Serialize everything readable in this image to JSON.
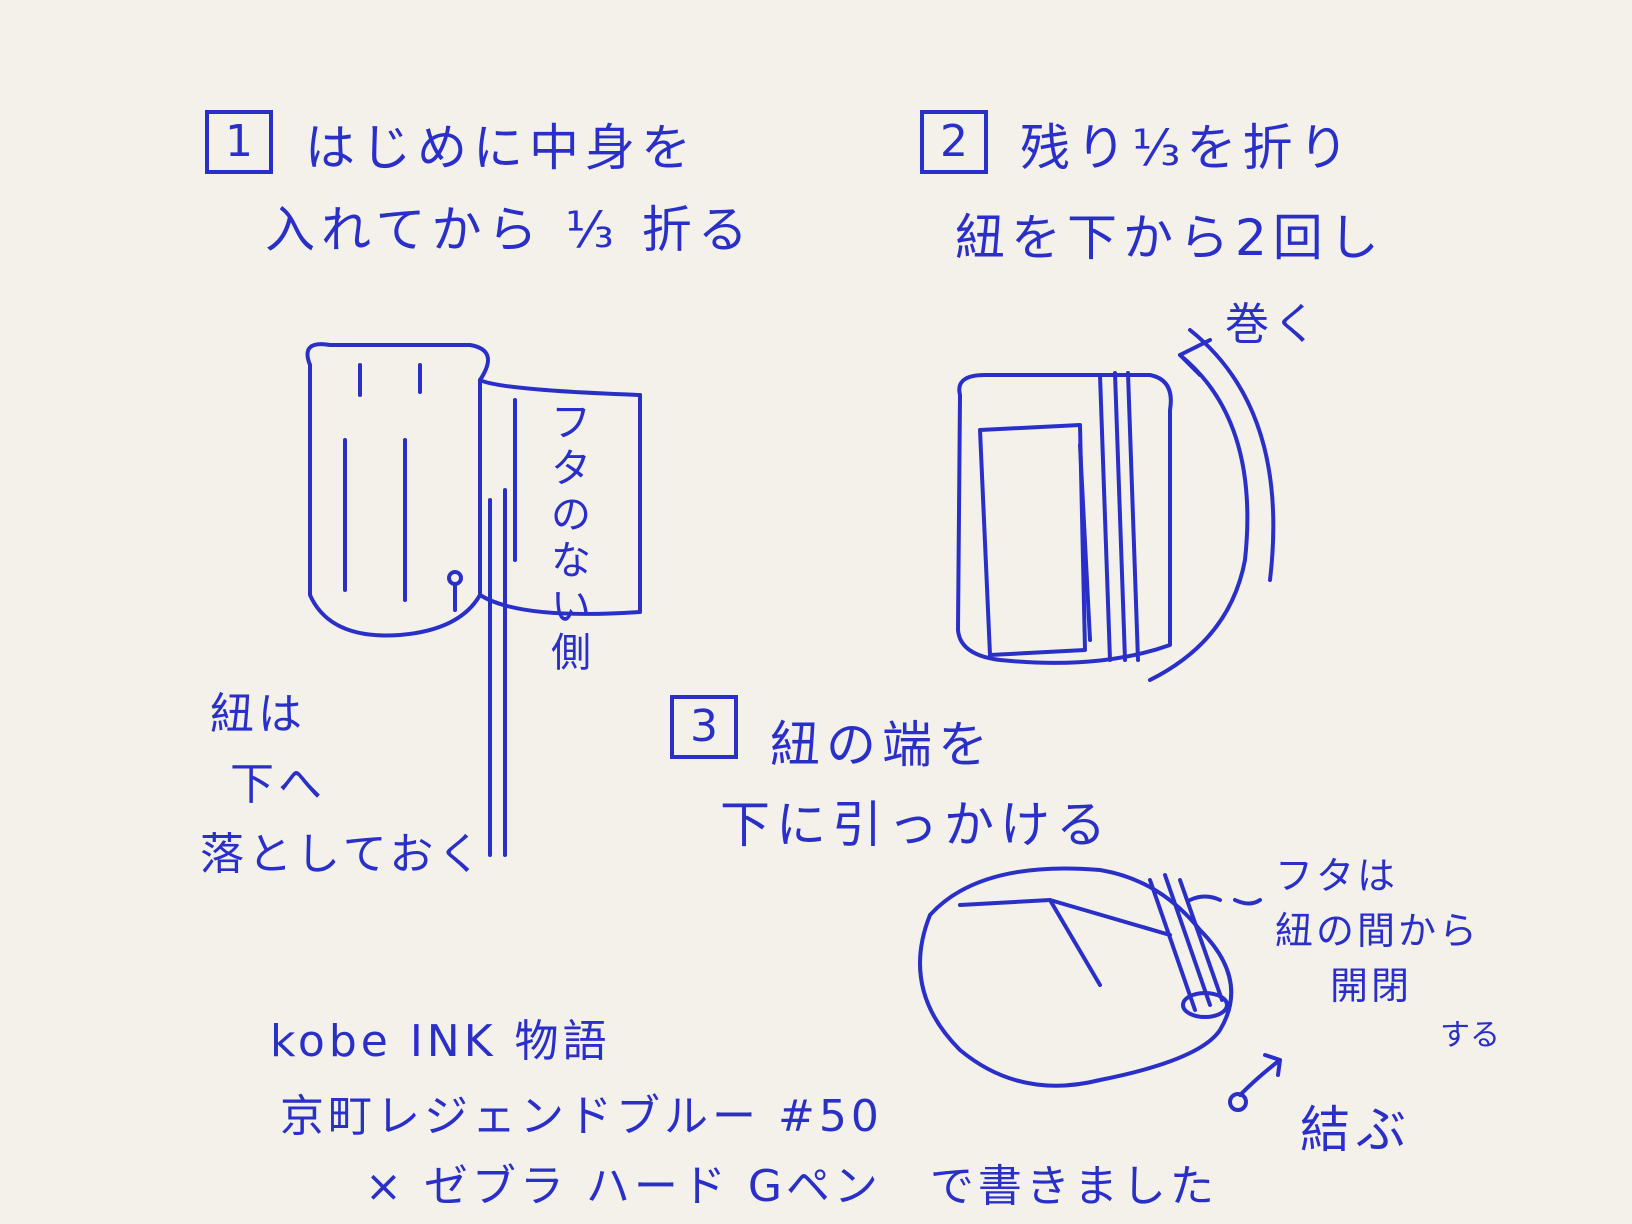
{
  "step1": {
    "number": "1",
    "line1": "はじめに中身を",
    "line2": "入れてから ⅓ 折る",
    "side_label": "フタのない側",
    "string_note": [
      "紐は",
      "下へ",
      "落としておく"
    ]
  },
  "step2": {
    "number": "2",
    "line1": "残り⅓を折り",
    "line2": "紐を下から2回し",
    "wrap_label": "巻く"
  },
  "step3": {
    "number": "3",
    "line1": "紐の端を",
    "line2": "下に引っかける",
    "lid_note": [
      "フタは",
      "紐の間から",
      "開閉",
      "する"
    ],
    "tie_label": "結ぶ"
  },
  "credits": {
    "line1": "kobe INK 物語",
    "line2": "京町レジェンドブルー #50",
    "line3": "× ゼブラ ハード Gペン　で書きました"
  },
  "colors": {
    "ink": "#2a2fc8",
    "paper": "#f3f1ea"
  }
}
